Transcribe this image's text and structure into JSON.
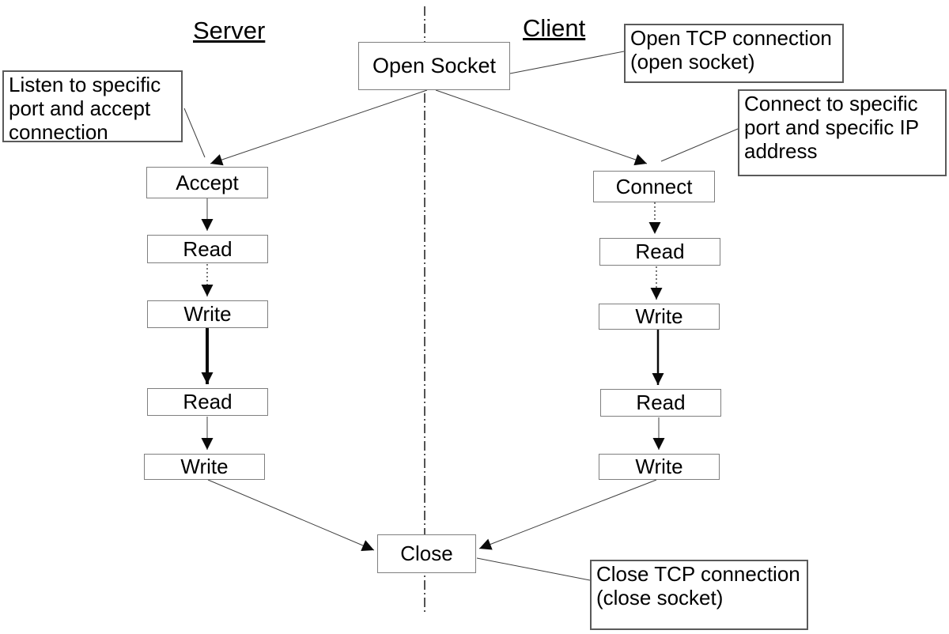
{
  "titles": {
    "server": "Server",
    "client": "Client"
  },
  "boxes": {
    "open_socket": "Open Socket",
    "close": "Close",
    "server_steps": [
      "Accept",
      "Read",
      "Write",
      "Read",
      "Write"
    ],
    "client_steps": [
      "Connect",
      "Read",
      "Write",
      "Read",
      "Write"
    ]
  },
  "annotations": {
    "listen": "Listen to specific\nport and accept\nconnection",
    "open_tcp": "Open TCP connection\n(open socket)",
    "connect": "Connect to specific\nport and specific IP\naddress",
    "close": "Close TCP connection\n(close socket)"
  },
  "colors": {
    "background": "#ffffff",
    "box_border": "#7f7f7f",
    "annotation_border": "#5a5a5a",
    "line": "#3f3f3f",
    "arrow_fill": "#0a0a0a",
    "text": "#000000"
  }
}
